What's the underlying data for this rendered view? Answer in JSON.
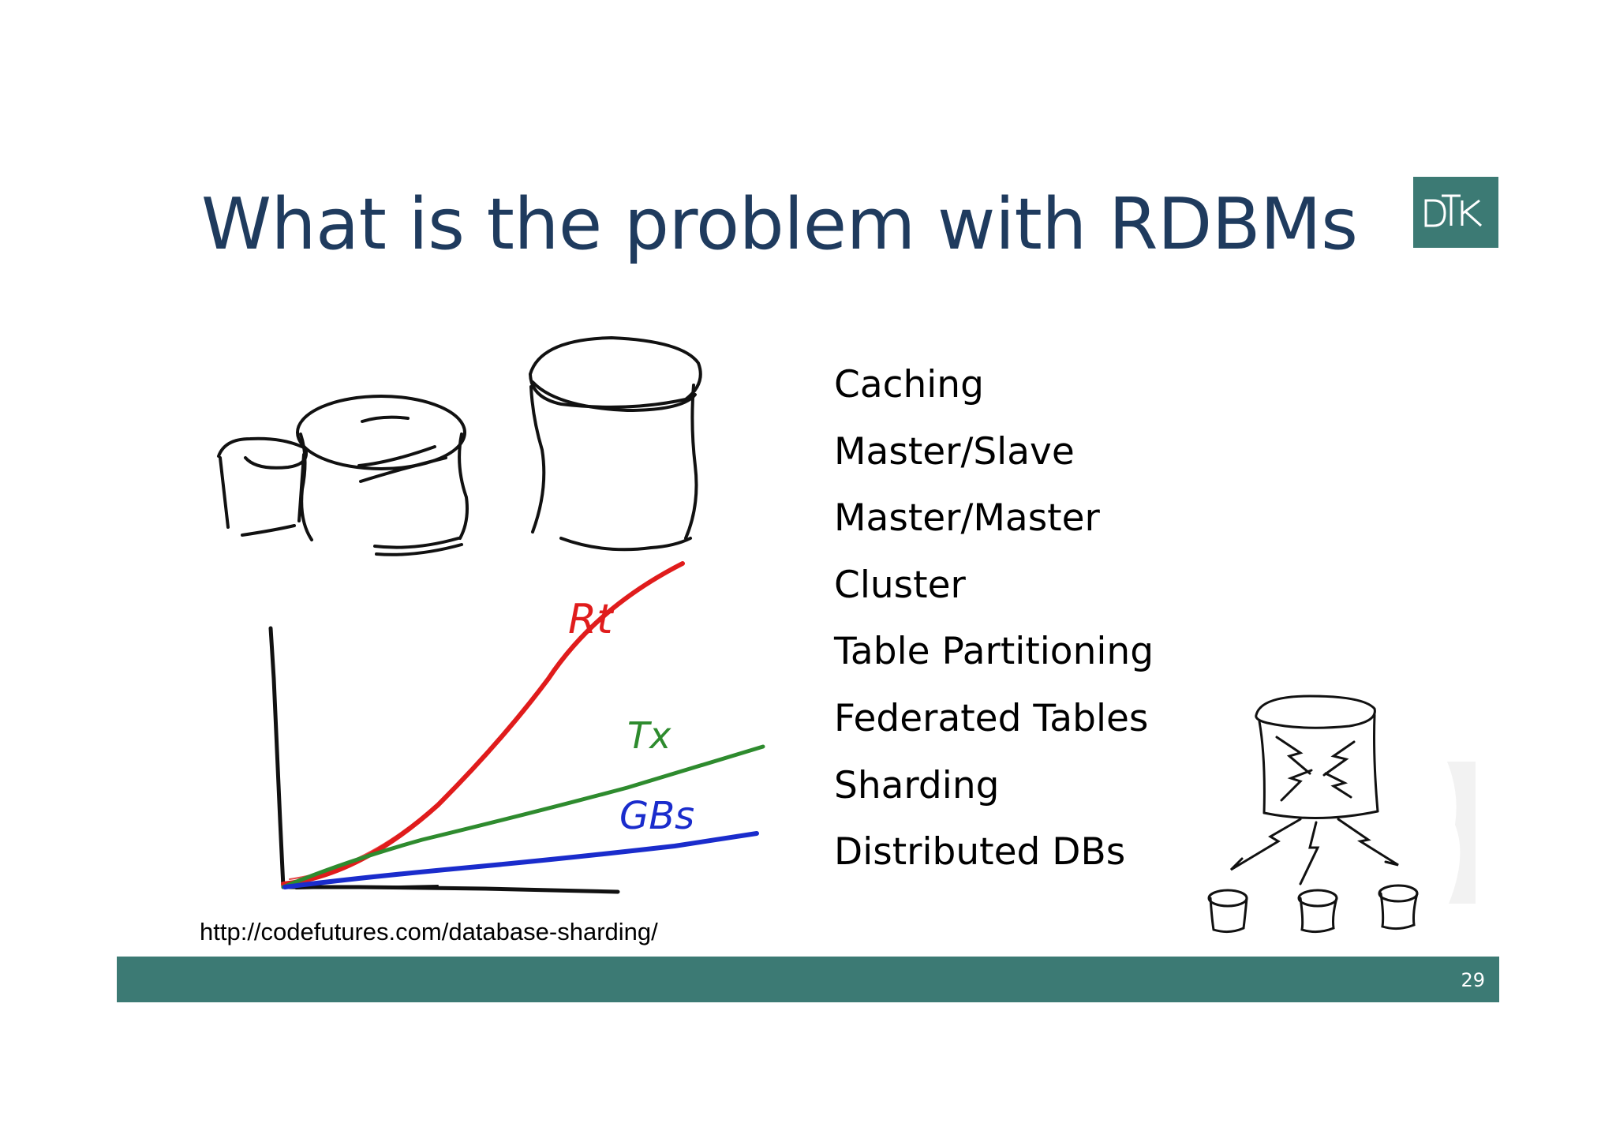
{
  "slide": {
    "title": "What is the problem with RDBMs",
    "logo_text": "DTK",
    "bullets": [
      "Caching",
      "Master/Slave",
      "Master/Master",
      "Cluster",
      "Table Partitioning",
      "Federated Tables",
      "Sharding",
      "Distributed DBs"
    ],
    "sketch_labels": {
      "rt": "Rt",
      "tx": "Tx",
      "gbs": "GBs"
    },
    "source_url": "http://codefutures.com/database-sharding/",
    "page_number": "29"
  },
  "colors": {
    "title": "#1f3b5e",
    "accent": "#3c7a74",
    "rt_line": "#e01c1c",
    "tx_line": "#2e8b2e",
    "gbs_line": "#1a2ccc"
  }
}
